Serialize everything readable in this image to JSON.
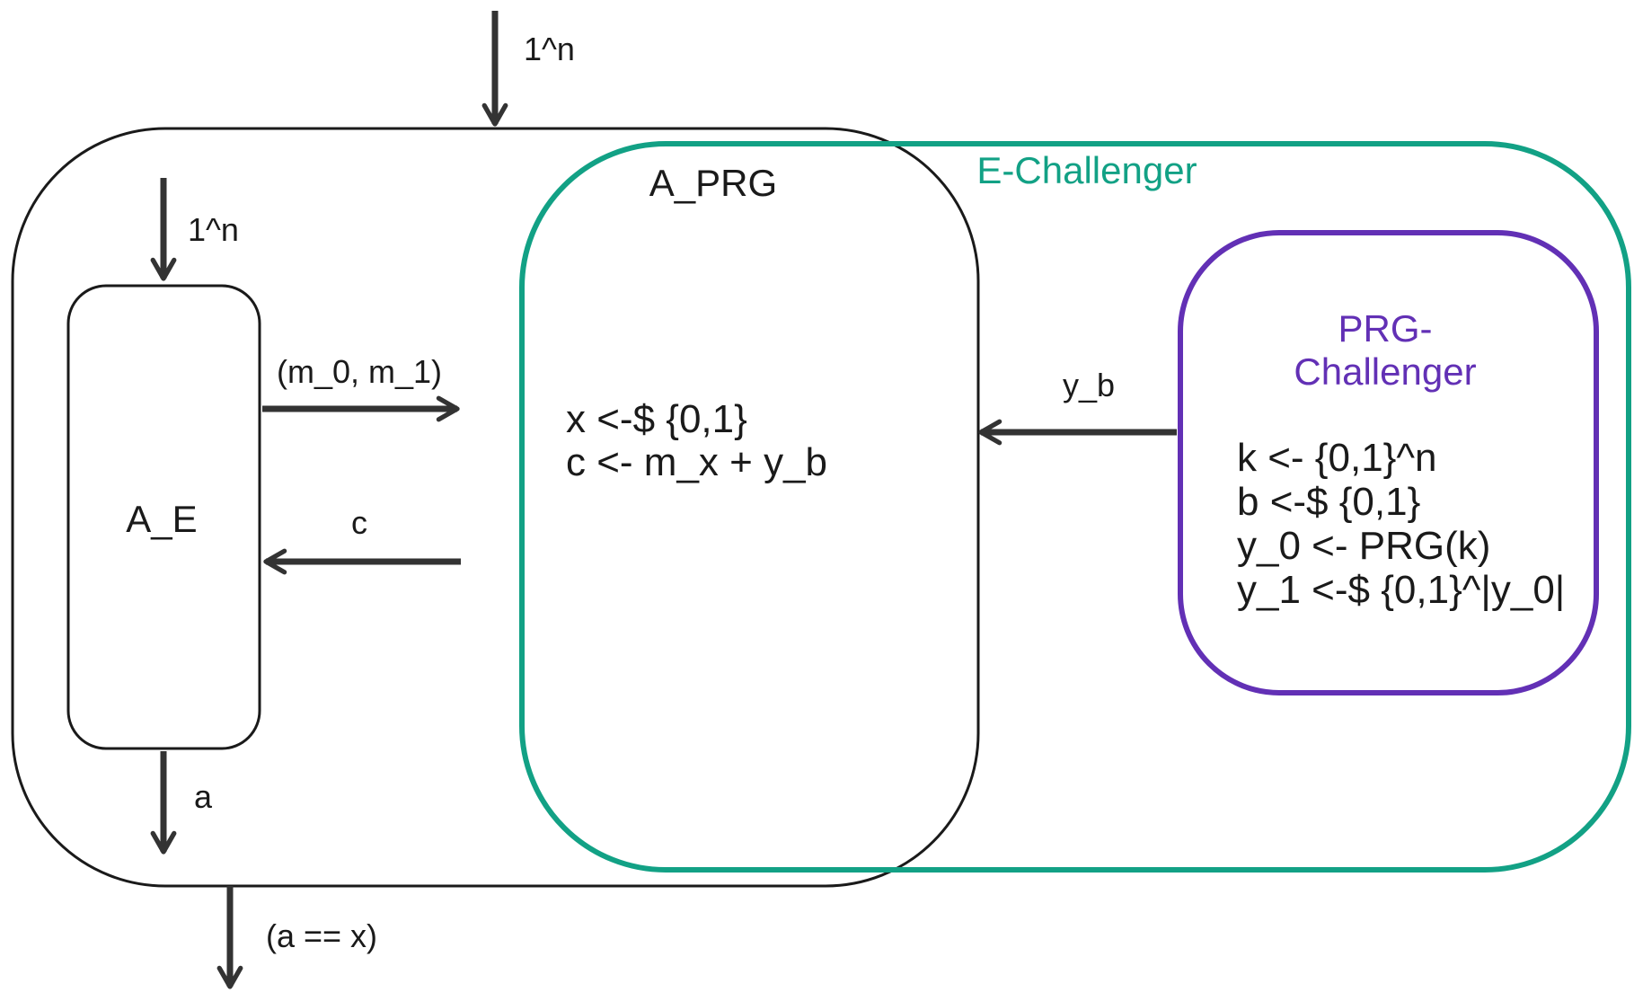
{
  "diagram": {
    "outer_input": "1^n",
    "outer_output": "(a == x)",
    "adversary_e": {
      "name": "A_E",
      "input": "1^n",
      "output": "a"
    },
    "adversary_prg": {
      "name": "A_PRG",
      "lines": [
        "x <-$ {0,1}",
        "c <- m_x + y_b"
      ]
    },
    "e_challenger": {
      "name": "E-Challenger"
    },
    "prg_challenger": {
      "name_lines": [
        "PRG-",
        "Challenger"
      ],
      "lines": [
        "k <- {0,1}^n",
        "b <-$ {0,1}",
        "y_0 <- PRG(k)",
        "y_1 <-$ {0,1}^|y_0|"
      ]
    },
    "messages": {
      "to_prg": "(m_0, m_1)",
      "from_prg": "c",
      "from_challenger": "y_b"
    },
    "colors": {
      "stroke": "#1a1a1a",
      "arrow": "#333333",
      "e_challenger": "#12a185",
      "prg_challenger": "#6230b5"
    }
  }
}
